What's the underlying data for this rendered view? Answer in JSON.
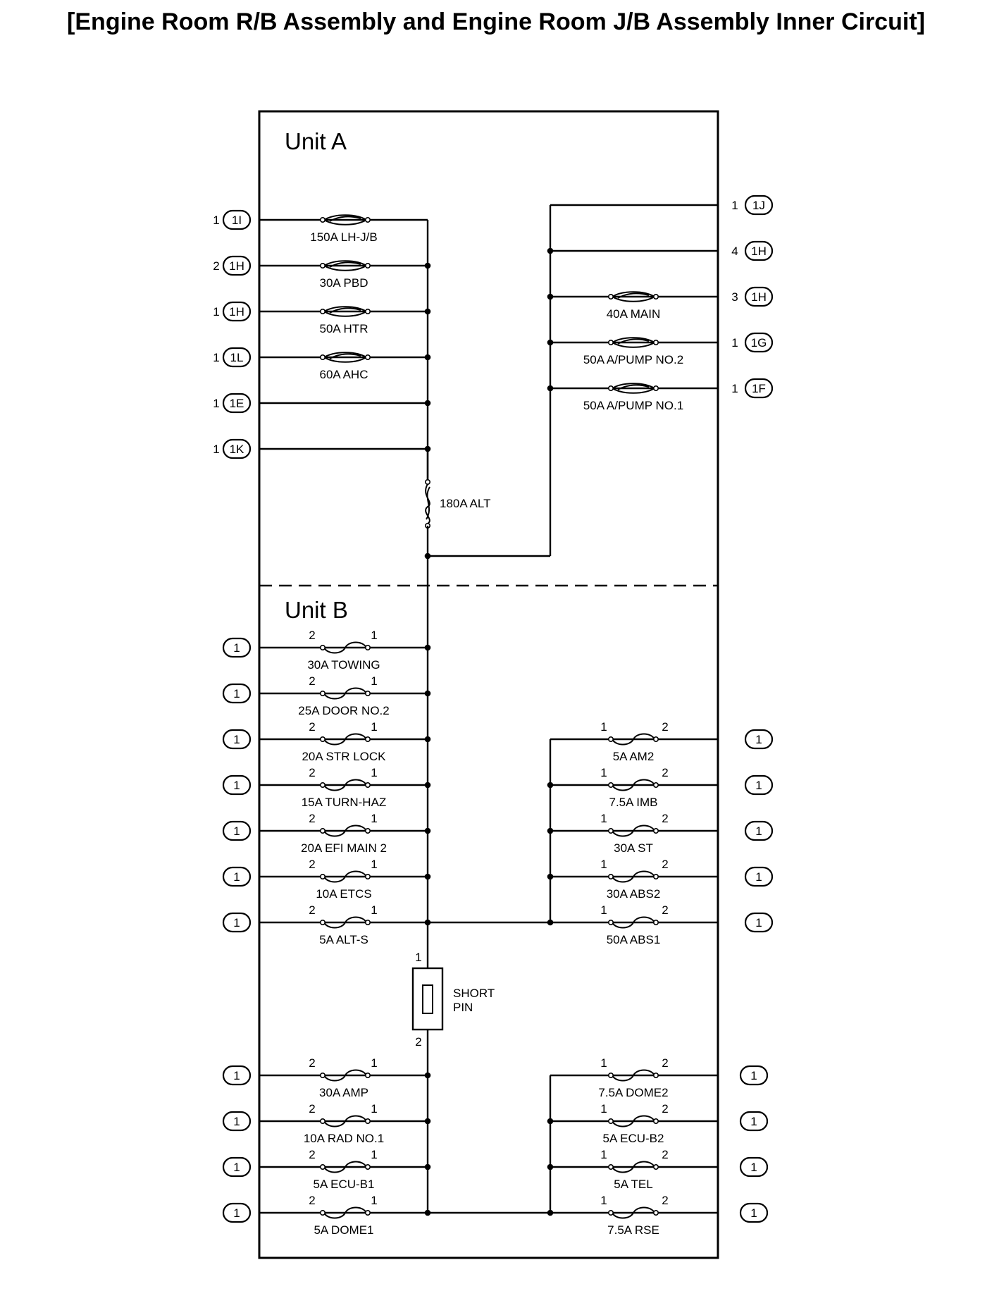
{
  "title": "[Engine Room R/B Assembly and Engine Room J/B Assembly Inner Circuit]",
  "unit_a": {
    "label": "Unit A"
  },
  "unit_b": {
    "label": "Unit B"
  },
  "alt_fuse": {
    "label": "180A ALT"
  },
  "short_pin": {
    "line1": "SHORT",
    "line2": "PIN",
    "pin_top": "1",
    "pin_bottom": "2"
  },
  "unitA_left": [
    {
      "pin": "1",
      "conn": "1I",
      "fuse": "150A LH-J/B"
    },
    {
      "pin": "2",
      "conn": "1H",
      "fuse": "30A PBD"
    },
    {
      "pin": "1",
      "conn": "1H",
      "fuse": "50A HTR"
    },
    {
      "pin": "1",
      "conn": "1L",
      "fuse": "60A AHC"
    },
    {
      "pin": "1",
      "conn": "1E",
      "fuse": ""
    },
    {
      "pin": "1",
      "conn": "1K",
      "fuse": ""
    }
  ],
  "unitA_right": [
    {
      "pin": "1",
      "conn": "1J",
      "fuse": ""
    },
    {
      "pin": "4",
      "conn": "1H",
      "fuse": ""
    },
    {
      "pin": "3",
      "conn": "1H",
      "fuse": "40A MAIN"
    },
    {
      "pin": "1",
      "conn": "1G",
      "fuse": "50A A/PUMP NO.2"
    },
    {
      "pin": "1",
      "conn": "1F",
      "fuse": "50A A/PUMP NO.1"
    }
  ],
  "unitB_left_top": [
    {
      "conn": "1",
      "fuse": "30A TOWING",
      "p_out": "2",
      "p_in": "1"
    },
    {
      "conn": "1",
      "fuse": "25A DOOR NO.2",
      "p_out": "2",
      "p_in": "1"
    },
    {
      "conn": "1",
      "fuse": "20A STR LOCK",
      "p_out": "2",
      "p_in": "1"
    },
    {
      "conn": "1",
      "fuse": "15A TURN-HAZ",
      "p_out": "2",
      "p_in": "1"
    },
    {
      "conn": "1",
      "fuse": "20A EFI MAIN 2",
      "p_out": "2",
      "p_in": "1"
    },
    {
      "conn": "1",
      "fuse": "10A ETCS",
      "p_out": "2",
      "p_in": "1"
    },
    {
      "conn": "1",
      "fuse": "5A ALT-S",
      "p_out": "2",
      "p_in": "1"
    }
  ],
  "unitB_right_top": [
    {
      "conn": "1",
      "fuse": "5A AM2",
      "p_in": "1",
      "p_out": "2"
    },
    {
      "conn": "1",
      "fuse": "7.5A IMB",
      "p_in": "1",
      "p_out": "2"
    },
    {
      "conn": "1",
      "fuse": "30A ST",
      "p_in": "1",
      "p_out": "2"
    },
    {
      "conn": "1",
      "fuse": "30A ABS2",
      "p_in": "1",
      "p_out": "2"
    },
    {
      "conn": "1",
      "fuse": "50A ABS1",
      "p_in": "1",
      "p_out": "2"
    }
  ],
  "unitB_left_bottom": [
    {
      "conn": "1",
      "fuse": "30A AMP",
      "p_out": "2",
      "p_in": "1"
    },
    {
      "conn": "1",
      "fuse": "10A RAD NO.1",
      "p_out": "2",
      "p_in": "1"
    },
    {
      "conn": "1",
      "fuse": "5A ECU-B1",
      "p_out": "2",
      "p_in": "1"
    },
    {
      "conn": "1",
      "fuse": "5A DOME1",
      "p_out": "2",
      "p_in": "1"
    }
  ],
  "unitB_right_bottom": [
    {
      "conn": "1",
      "fuse": "7.5A DOME2",
      "p_in": "1",
      "p_out": "2"
    },
    {
      "conn": "1",
      "fuse": "5A ECU-B2",
      "p_in": "1",
      "p_out": "2"
    },
    {
      "conn": "1",
      "fuse": "5A TEL",
      "p_in": "1",
      "p_out": "2"
    },
    {
      "conn": "1",
      "fuse": "7.5A RSE",
      "p_in": "1",
      "p_out": "2"
    }
  ]
}
